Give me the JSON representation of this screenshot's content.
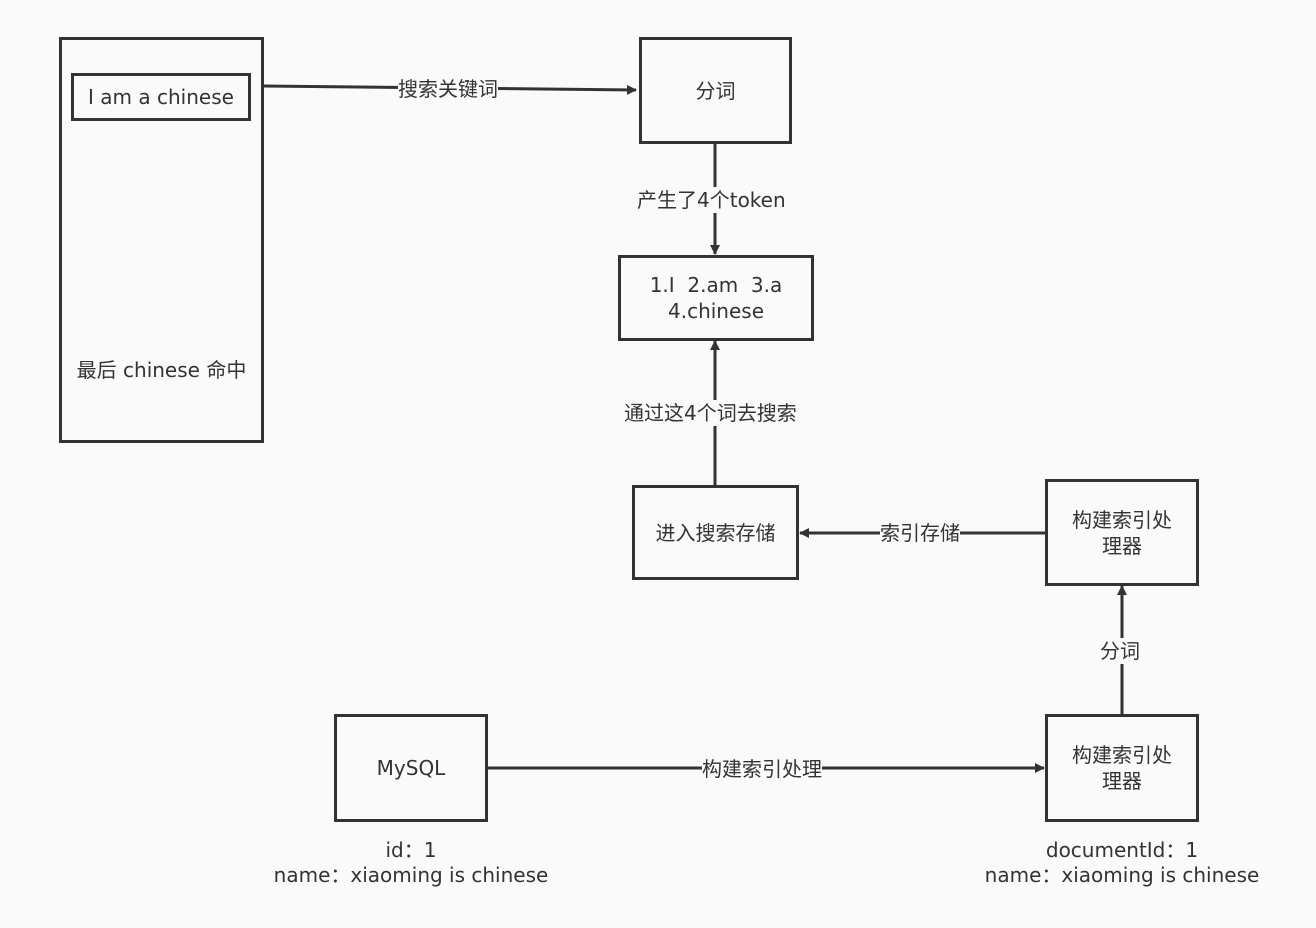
{
  "nodes": {
    "search_panel": {
      "query": "I am a chinese",
      "result": "最后 chinese 命中"
    },
    "tokenize": {
      "label": "分词"
    },
    "tokens": {
      "line1": "1.I  2.am  3.a",
      "line2": "4.chinese"
    },
    "storage": {
      "label": "进入搜索存储"
    },
    "index_builder_top": {
      "line1": "构建索引处",
      "line2": "理器"
    },
    "mysql": {
      "label": "MySQL"
    },
    "index_builder_bottom": {
      "line1": "构建索引处",
      "line2": "理器"
    }
  },
  "edges": {
    "search_keyword": "搜索关键词",
    "produce_tokens": "产生了4个token",
    "search_by_tokens": "通过这4个词去搜索",
    "index_store": "索引存储",
    "tokenize_up": "分词",
    "build_index": "构建索引处理"
  },
  "captions": {
    "mysql_record": {
      "line1": "id：1",
      "line2": "name：xiaoming is chinese"
    },
    "document_record": {
      "line1": "documentId：1",
      "line2": "name：xiaoming is chinese"
    }
  },
  "colors": {
    "stroke": "#333333",
    "background": "#fafafa"
  }
}
